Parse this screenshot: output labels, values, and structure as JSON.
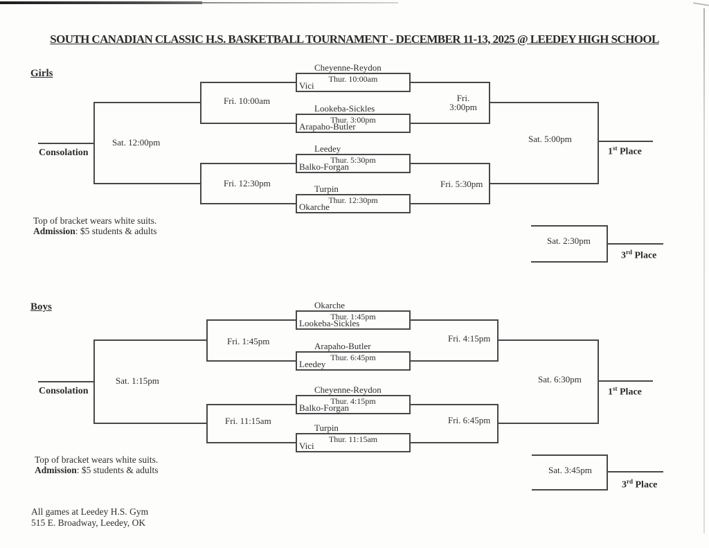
{
  "title": "SOUTH CANADIAN CLASSIC H.S. BASKETBALL TOURNAMENT - DECEMBER 11-13, 2025 @ LEEDEY HIGH SCHOOL",
  "girls": {
    "heading": "Girls",
    "consolation_label": "Consolation",
    "consolation_final_time": "Sat. 12:00pm",
    "consolation_semi1_time": "Fri. 10:00am",
    "consolation_semi2_time": "Fri. 12:30pm",
    "games": [
      {
        "team1": "Cheyenne-Reydon",
        "time": "Thur. 10:00am",
        "team2": "Vici"
      },
      {
        "team1": "Lookeba-Sickles",
        "time": "Thur. 3:00pm",
        "team2": "Arapaho-Butler"
      },
      {
        "team1": "Leedey",
        "time": "Thur. 5:30pm",
        "team2": "Balko-Forgan"
      },
      {
        "team1": "Turpin",
        "time": "Thur. 12:30pm",
        "team2": "Okarche"
      }
    ],
    "semi1_time_line1": "Fri.",
    "semi1_time_line2": "3:00pm",
    "semi2_time": "Fri. 5:30pm",
    "final_time": "Sat. 5:00pm",
    "first_place": {
      "num": "1",
      "sup": "st",
      "word": " Place"
    },
    "third_place": {
      "time": "Sat. 2:30pm",
      "num": "3",
      "sup": "rd",
      "word": " Place"
    },
    "note1": "Top of bracket wears white suits.",
    "note2_bold": "Admission",
    "note2_rest": ": $5 students & adults"
  },
  "boys": {
    "heading": "Boys",
    "consolation_label": "Consolation",
    "consolation_final_time": "Sat. 1:15pm",
    "consolation_semi1_time": "Fri. 1:45pm",
    "consolation_semi2_time": "Fri. 11:15am",
    "games": [
      {
        "team1": "Okarche",
        "time": "Thur. 1:45pm",
        "team2": "Lookeba-Sickles"
      },
      {
        "team1": "Arapaho-Butler",
        "time": "Thur. 6:45pm",
        "team2": "Leedey"
      },
      {
        "team1": "Cheyenne-Reydon",
        "time": "Thur. 4:15pm",
        "team2": "Balko-Forgan"
      },
      {
        "team1": "Turpin",
        "time": "Thur. 11:15am",
        "team2": "Vici"
      }
    ],
    "semi1_time": "Fri. 4:15pm",
    "semi2_time": "Fri. 6:45pm",
    "final_time": "Sat. 6:30pm",
    "first_place": {
      "num": "1",
      "sup": "st",
      "word": " Place"
    },
    "third_place": {
      "time": "Sat. 3:45pm",
      "num": "3",
      "sup": "rd",
      "word": " Place"
    },
    "note1": "Top of bracket wears white suits.",
    "note2_bold": "Admission",
    "note2_rest": ": $5 students & adults"
  },
  "footer": {
    "line1": "All games at Leedey H.S. Gym",
    "line2": "515 E. Broadway, Leedey, OK"
  }
}
